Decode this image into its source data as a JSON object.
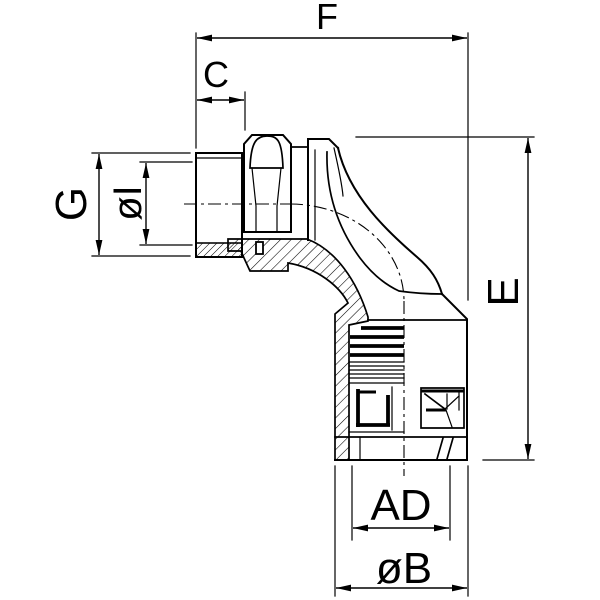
{
  "drawing": {
    "figure": "90-degree elbow conduit fitting, sectioned side view with dimension callouts",
    "colors": {
      "line": "#000000",
      "background": "#ffffff"
    },
    "labels": {
      "f": "F",
      "c": "C",
      "g": "G",
      "i": "øI",
      "e": "E",
      "ad": "AD",
      "b": "øB"
    }
  }
}
